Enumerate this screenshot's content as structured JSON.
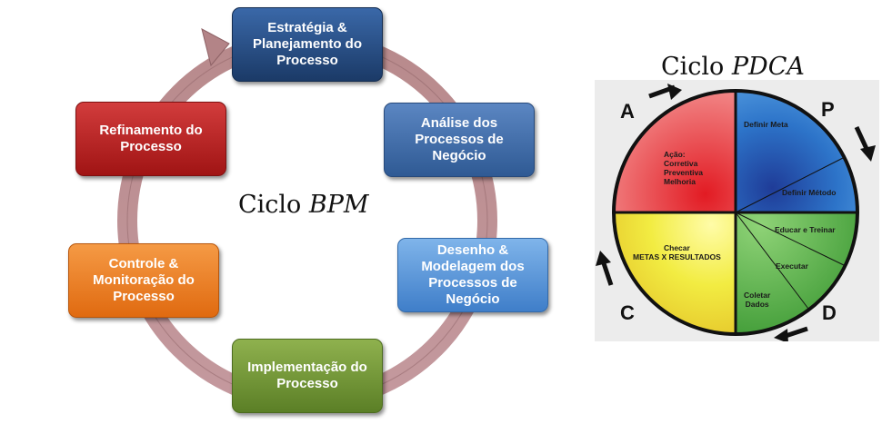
{
  "bpm": {
    "title_prefix": "Ciclo ",
    "title_italic": "BPM",
    "steps": [
      {
        "label": "Estratégia &\nPlanejamento do\nProcesso"
      },
      {
        "label": "Análise dos\nProcessos de\nNegócio"
      },
      {
        "label": "Desenho &\nModelagem dos\nProcessos de\nNegócio"
      },
      {
        "label": "Implementação do\nProcesso"
      },
      {
        "label": "Controle &\nMonitoração do\nProcesso"
      },
      {
        "label": "Refinamento do\nProcesso"
      }
    ],
    "colors": {
      "ring": "#b8888e"
    }
  },
  "pdca": {
    "title_prefix": "Ciclo ",
    "title_italic": "PDCA",
    "corners": {
      "a": "A",
      "p": "P",
      "c": "C",
      "d": "D"
    },
    "act": "Ação:\nCorretiva\nPreventiva\nMelhoria",
    "plan": {
      "meta": "Definir Meta",
      "metodo": "Definir Método"
    },
    "do": {
      "educar": "Educar e Treinar",
      "executar": "Executar",
      "coletar": "Coletar\nDados"
    },
    "check": "Checar\nMETAS X RESULTADOS",
    "colors": {
      "act": "#e8555a",
      "plan": "#2f73c8",
      "do": "#58b04a",
      "check": "#e6e33a"
    }
  }
}
